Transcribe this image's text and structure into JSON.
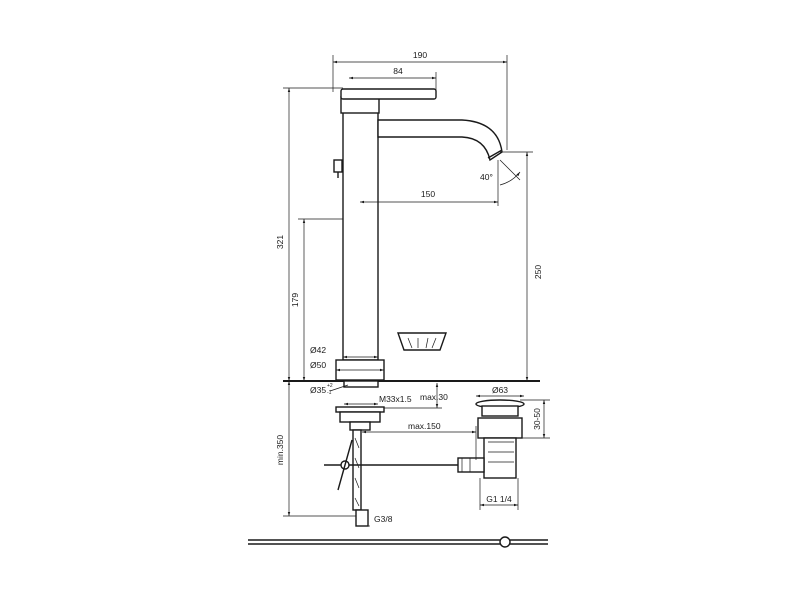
{
  "dimensions": {
    "width_190": "190",
    "width_84": "84",
    "spout_150": "150",
    "angle_40": "40°",
    "height_321": "321",
    "height_179": "179",
    "height_250": "250",
    "dia_42": "Ø42",
    "dia_50": "Ø50",
    "hole_35": "Ø35",
    "hole_35_tol": "+2",
    "hole_35_tol2": "-1",
    "thread_m33": "M33x1.5",
    "max_30": "max.30",
    "max_150": "max.150",
    "waste_63": "Ø63",
    "range_30_50": "30-50",
    "min_350": "min.350",
    "g1_14": "G1 1/4",
    "g3_8": "G3/8"
  }
}
